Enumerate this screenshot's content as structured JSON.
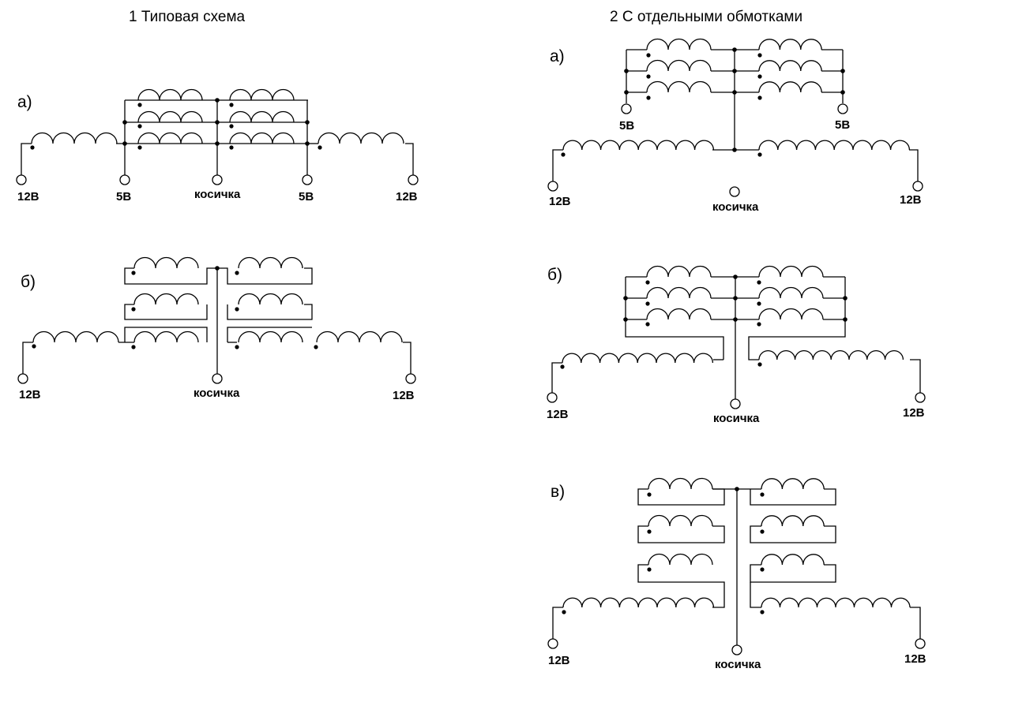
{
  "section1": {
    "title": "1   Типовая схема",
    "variant_a": {
      "label": "а)",
      "terminals": [
        "12В",
        "5В",
        "косичка",
        "5В",
        "12В"
      ]
    },
    "variant_b": {
      "label": "б)",
      "terminals": [
        "12В",
        "косичка",
        "12В"
      ]
    }
  },
  "section2": {
    "title": "2    С отдельными обмотками",
    "variant_a": {
      "label": "а)",
      "terminals": [
        "5В",
        "5В",
        "12В",
        "косичка",
        "12В"
      ]
    },
    "variant_b": {
      "label": "б)",
      "terminals": [
        "12В",
        "косичка",
        "12В"
      ]
    },
    "variant_c": {
      "label": "в)",
      "terminals": [
        "12В",
        "косичка",
        "12В"
      ]
    }
  }
}
